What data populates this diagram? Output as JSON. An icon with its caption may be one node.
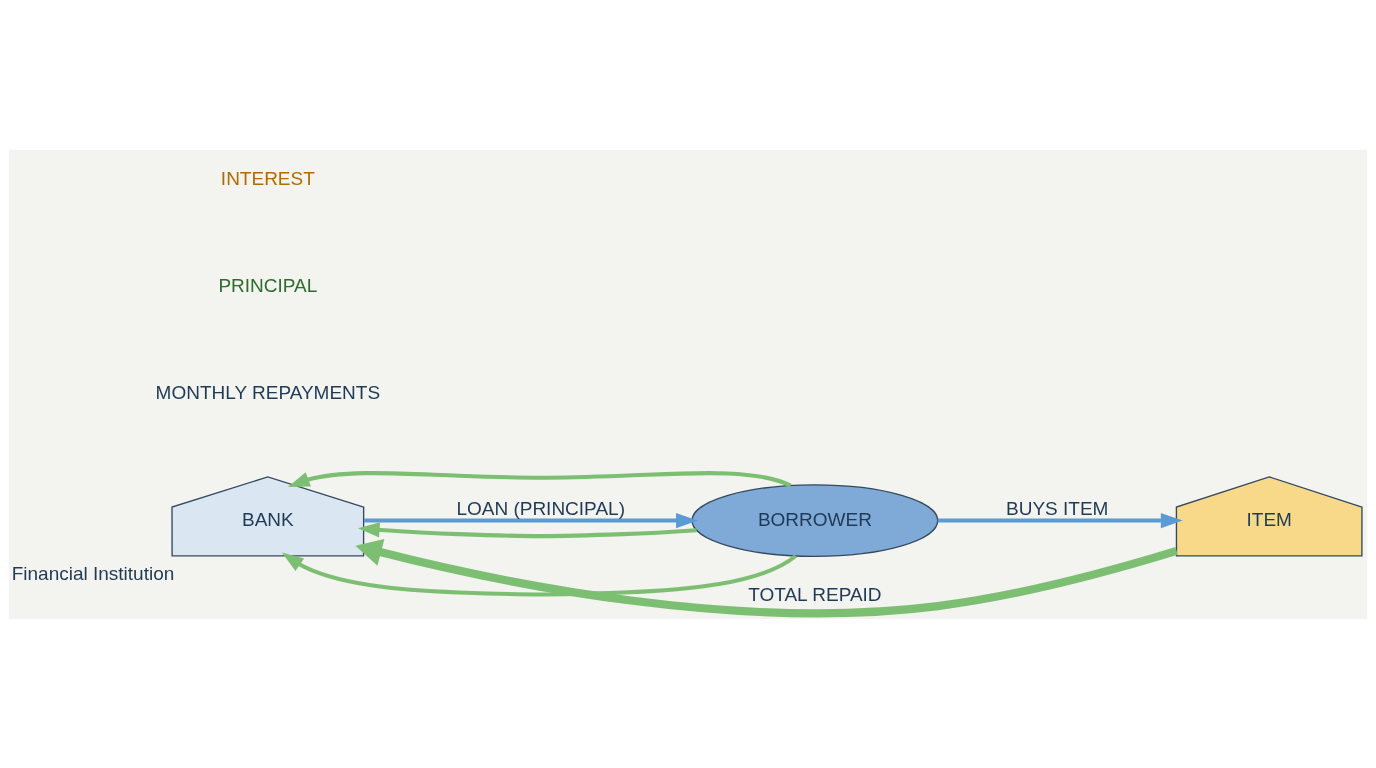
{
  "diagram": {
    "nodes": [
      {
        "text": [
          "BANK"
        ],
        "beside": [
          "Financial Institution"
        ]
      },
      {
        "text": [
          "BORROWER"
        ]
      },
      {
        "text": [
          "ITEM"
        ]
      }
    ],
    "edges": [
      {
        "from": 0,
        "to": 1,
        "arrow": "to",
        "label": "LOAN (PRINCIPAL)",
        "color": "#5b9bd5"
      },
      {
        "from": 1,
        "to": 2,
        "arrow": "to",
        "label": "BUYS ITEM",
        "color": "#5b9bd5"
      },
      {
        "from": 1,
        "to": 0,
        "arrow": "to"
      },
      {
        "from": 1,
        "to": 0,
        "arrow": "to"
      },
      {
        "from": 1,
        "to": 0,
        "arrow": "to"
      },
      {
        "from": 2,
        "to": 0,
        "arrow": "to",
        "label": "TOTAL REPAID",
        "style": "thick"
      }
    ],
    "labels": [
      "MONTHLY REPAYMENTS",
      "PRINCIPAL",
      "INTEREST"
    ]
  }
}
